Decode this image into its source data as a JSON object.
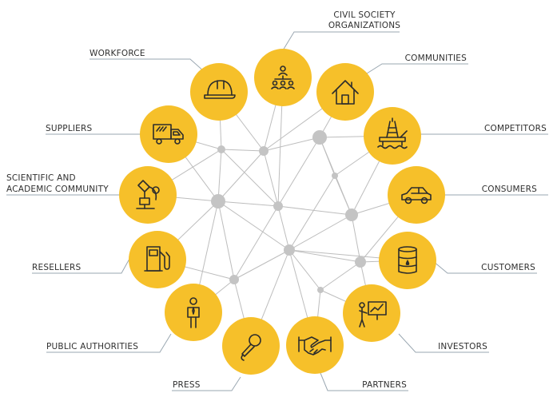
{
  "stakeholders": {
    "civil_society_line1": "CIVIL SOCIETY",
    "civil_society_line2": "ORGANIZATIONS",
    "communities": "COMMUNITIES",
    "competitors": "COMPETITORS",
    "consumers": "CONSUMERS",
    "customers": "CUSTOMERS",
    "investors": "INVESTORS",
    "partners": "PARTNERS",
    "press": "PRESS",
    "public_authorities": "PUBLIC AUTHORITIES",
    "resellers": "RESELLERS",
    "scientific_line1": "SCIENTIFIC AND",
    "scientific_line2": "ACADEMIC COMMUNITY",
    "suppliers": "SUPPLIERS",
    "workforce": "WORKFORCE"
  },
  "icons": {
    "civil_society": "people-network-icon",
    "communities": "house-icon",
    "competitors": "oil-rig-icon",
    "consumers": "car-icon",
    "customers": "oil-barrel-icon",
    "investors": "presentation-chart-icon",
    "partners": "handshake-icon",
    "press": "microphone-icon",
    "public_authorities": "official-person-icon",
    "resellers": "fuel-pump-icon",
    "scientific": "microscope-icon",
    "suppliers": "truck-icon",
    "workforce": "hard-hat-icon"
  },
  "colors": {
    "node": "#f6c02a",
    "hub": "#c4c4c4",
    "edge": "#bdbdbd",
    "leader": "#9aa7b1",
    "text": "#2f2f2f"
  }
}
